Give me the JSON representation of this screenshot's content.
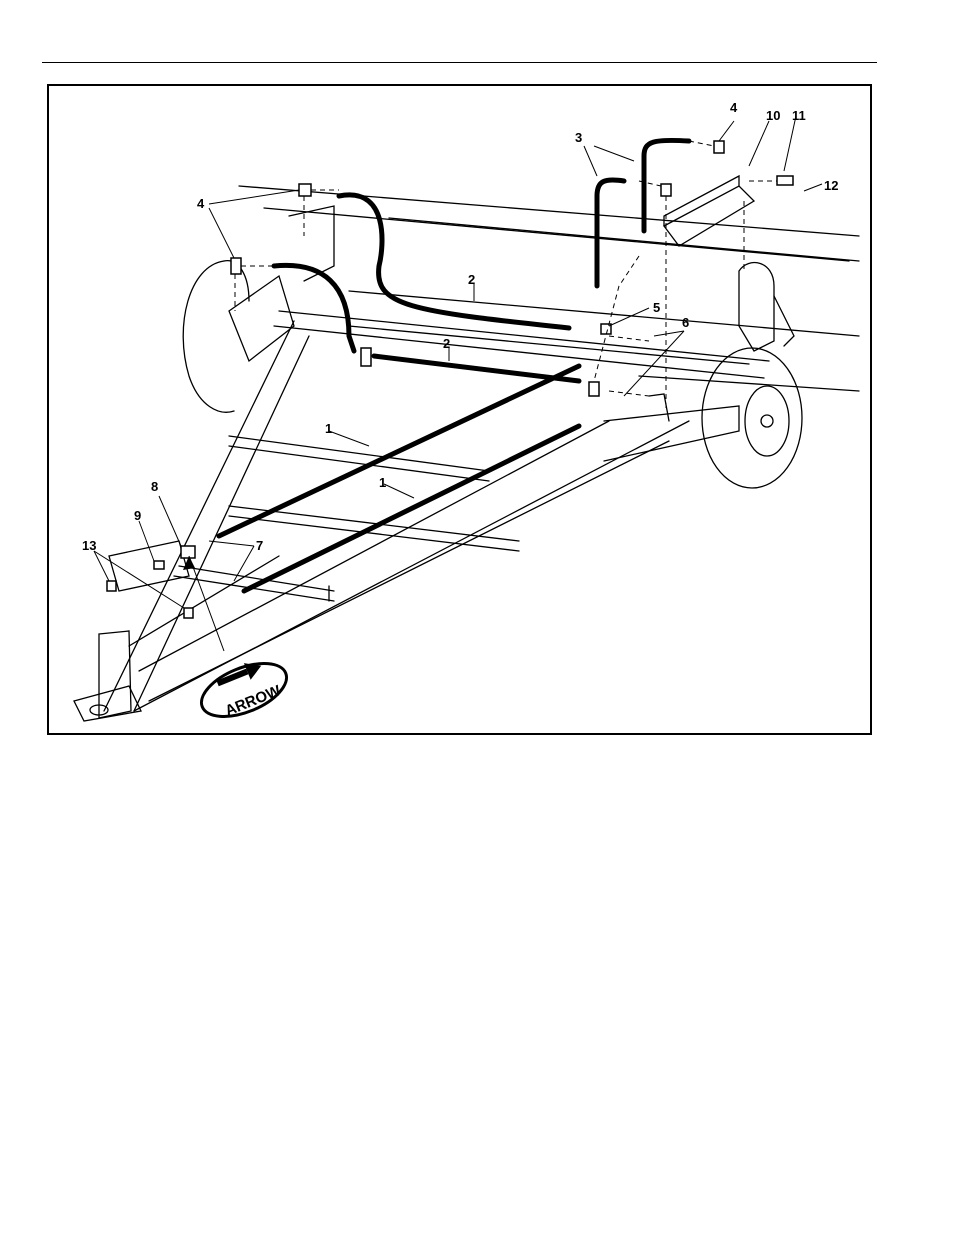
{
  "figure": {
    "callouts": [
      "1",
      "1",
      "2",
      "2",
      "3",
      "4",
      "4",
      "5",
      "6",
      "7",
      "8",
      "9",
      "10",
      "11",
      "12",
      "13"
    ],
    "arrow_label": "ARROW"
  }
}
